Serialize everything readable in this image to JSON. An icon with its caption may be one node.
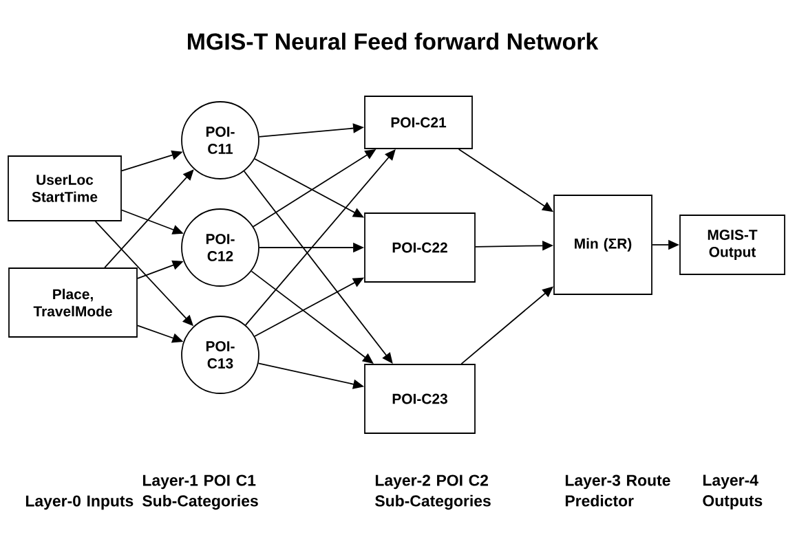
{
  "diagram": {
    "title": "MGIS-T Neural Feed forward Network",
    "nodes": [
      {
        "text": [
          "UserLoc StartTime"
        ]
      },
      {
        "text": [
          "Place, TravelMode"
        ]
      },
      {
        "text": [
          "POI- C11"
        ]
      },
      {
        "text": [
          "POI- C12"
        ]
      },
      {
        "text": [
          "POI- C13"
        ]
      },
      {
        "text": [
          "POI-C21"
        ]
      },
      {
        "text": [
          "POI-C22"
        ]
      },
      {
        "text": [
          "POI-C23"
        ]
      },
      {
        "text": [
          "Min (ΣR)"
        ]
      },
      {
        "text": [
          "MGIS-T Output"
        ]
      }
    ],
    "edges": [
      {
        "from": 0,
        "to": 2,
        "arrow": "to"
      },
      {
        "from": 0,
        "to": 3,
        "arrow": "to"
      },
      {
        "from": 0,
        "to": 4,
        "arrow": "to"
      },
      {
        "from": 1,
        "to": 2,
        "arrow": "to"
      },
      {
        "from": 1,
        "to": 3,
        "arrow": "to"
      },
      {
        "from": 1,
        "to": 4,
        "arrow": "to"
      },
      {
        "from": 2,
        "to": 5,
        "arrow": "to"
      },
      {
        "from": 2,
        "to": 6,
        "arrow": "to"
      },
      {
        "from": 2,
        "to": 7,
        "arrow": "to"
      },
      {
        "from": 3,
        "to": 5,
        "arrow": "to"
      },
      {
        "from": 3,
        "to": 6,
        "arrow": "to"
      },
      {
        "from": 3,
        "to": 7,
        "arrow": "to"
      },
      {
        "from": 4,
        "to": 5,
        "arrow": "to"
      },
      {
        "from": 4,
        "to": 6,
        "arrow": "to"
      },
      {
        "from": 4,
        "to": 7,
        "arrow": "to"
      },
      {
        "from": 5,
        "to": 8,
        "arrow": "to"
      },
      {
        "from": 6,
        "to": 8,
        "arrow": "to"
      },
      {
        "from": 7,
        "to": 8,
        "arrow": "to"
      },
      {
        "from": 8,
        "to": 9,
        "arrow": "to"
      }
    ],
    "labels": [
      "Layer-0 Inputs",
      "Layer-1 POI C1 Sub-Categories",
      "Layer-2 POI C2 Sub-Categories",
      "Layer-3 Route Predictor",
      "Layer-4 Outputs"
    ]
  }
}
